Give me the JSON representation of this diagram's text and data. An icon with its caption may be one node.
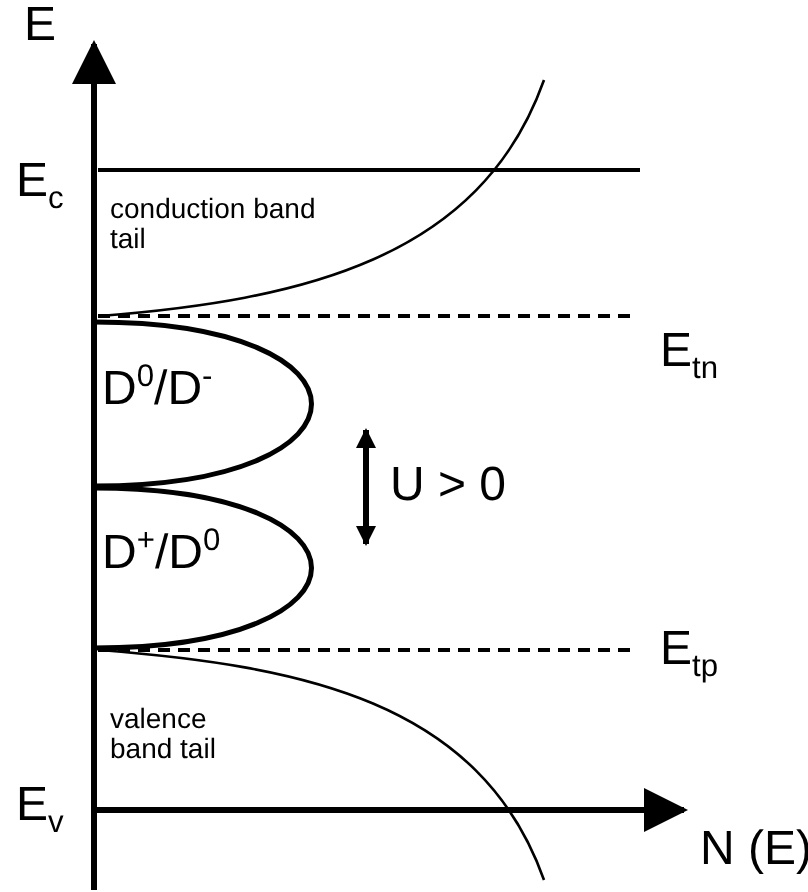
{
  "diagram": {
    "labels": [
      "E",
      "E$_{c}$",
      "conduction band tail",
      "E$_{tn}$",
      "D$^{0}$/D$^{-}$",
      "U > 0",
      "D$^{+}$/D$^{0}$",
      "E$_{tp}$",
      "valence band tail",
      "E$_{v}$",
      "N (E)"
    ]
  }
}
